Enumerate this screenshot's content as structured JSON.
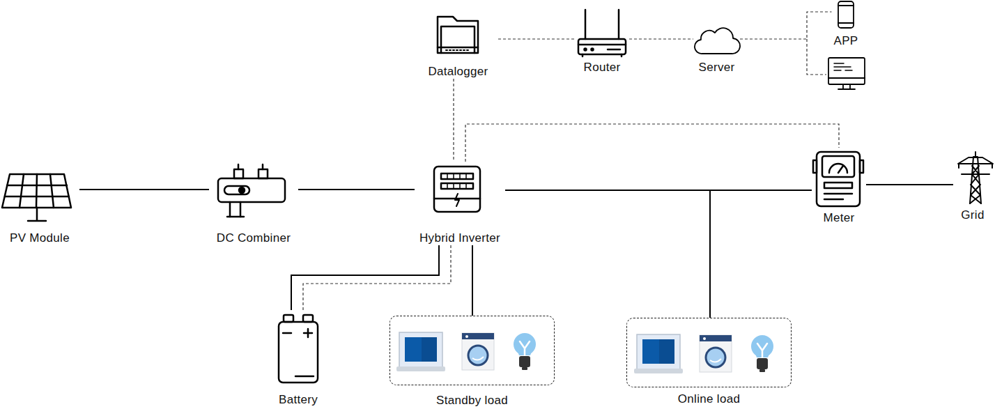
{
  "diagram": {
    "nodes": [
      {
        "text": [
          "Datalogger"
        ]
      },
      {
        "text": [
          "Router"
        ]
      },
      {
        "text": [
          "Server"
        ]
      },
      {
        "text": [
          "APP"
        ]
      },
      {
        "text": [
          "PV Module"
        ]
      },
      {
        "text": [
          "DC Combiner"
        ]
      },
      {
        "text": [
          "Hybrid Inverter"
        ]
      },
      {
        "text": [
          "Meter"
        ]
      },
      {
        "text": [
          "Grid"
        ]
      },
      {
        "text": [
          "Battery"
        ]
      },
      {
        "text": [
          "Standby load"
        ]
      },
      {
        "text": [
          "Online load"
        ]
      }
    ],
    "edges": [
      {
        "from": 0,
        "to": 1,
        "arrow": "none"
      },
      {
        "from": 1,
        "to": 2,
        "arrow": "none"
      },
      {
        "from": 2,
        "to": 3,
        "arrow": "none"
      },
      {
        "from": 0,
        "to": 6,
        "arrow": "none"
      },
      {
        "from": 6,
        "to": 7,
        "arrow": "none"
      },
      {
        "from": 4,
        "to": 5,
        "arrow": "none"
      },
      {
        "from": 5,
        "to": 6,
        "arrow": "none"
      },
      {
        "from": 6,
        "to": 7,
        "arrow": "none"
      },
      {
        "from": 6,
        "to": 11,
        "arrow": "none"
      },
      {
        "from": 7,
        "to": 8,
        "arrow": "none"
      },
      {
        "from": 6,
        "to": 9,
        "arrow": "none"
      },
      {
        "from": 6,
        "to": 9,
        "arrow": "none"
      },
      {
        "from": 6,
        "to": 10,
        "arrow": "none"
      }
    ]
  }
}
